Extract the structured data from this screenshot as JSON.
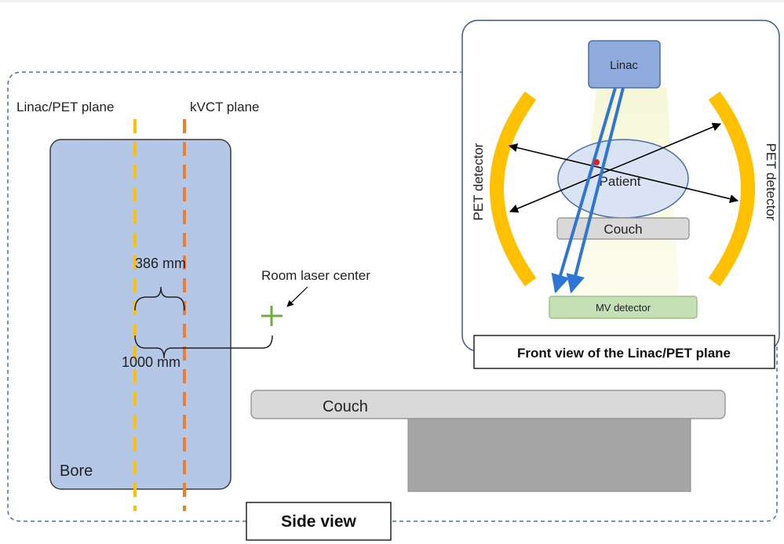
{
  "side_view": {
    "title": "Side view",
    "bore_label": "Bore",
    "linac_pet_plane_label": "Linac/PET plane",
    "kvct_plane_label": "kVCT plane",
    "distance_386_label": "386 mm",
    "distance_1000_label": "1000 mm",
    "room_laser_label": "Room laser center",
    "couch_label": "Couch"
  },
  "front_view": {
    "title": "Front view of the Linac/PET plane",
    "linac_label": "Linac",
    "patient_label": "Patient",
    "couch_label": "Couch",
    "mv_detector_label": "MV detector",
    "pet_detector_left_label": "PET detector",
    "pet_detector_right_label": "PET detector"
  },
  "colors": {
    "bore_fill": "#b4c7e7",
    "linac_plane": "#ffc000",
    "kvct_plane": "#ed7d31",
    "pet_detector": "#ffc000",
    "laser_cross": "#70ad47",
    "beam_arrow": "#2e75d6",
    "mv_detector_fill": "#c5e0b4",
    "linac_fill": "#8faadc",
    "dashed_frame": "#4a6fa8"
  }
}
